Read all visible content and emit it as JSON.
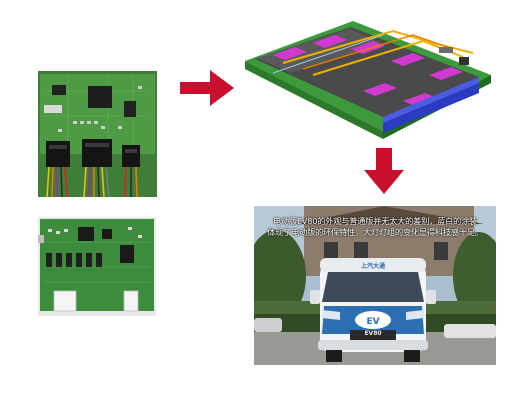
{
  "van_photo": {
    "caption_line_1": "电动版EV80的外观与普通版并无太大的差别，蓝白的涂装",
    "caption_line_2": "体现了电动版的环保特性，大灯灯组的变化显得科技感十足。",
    "hood_badge": "上汽大通",
    "grille_badge": "EV80"
  },
  "arrows": {
    "color": "#c8102e"
  }
}
